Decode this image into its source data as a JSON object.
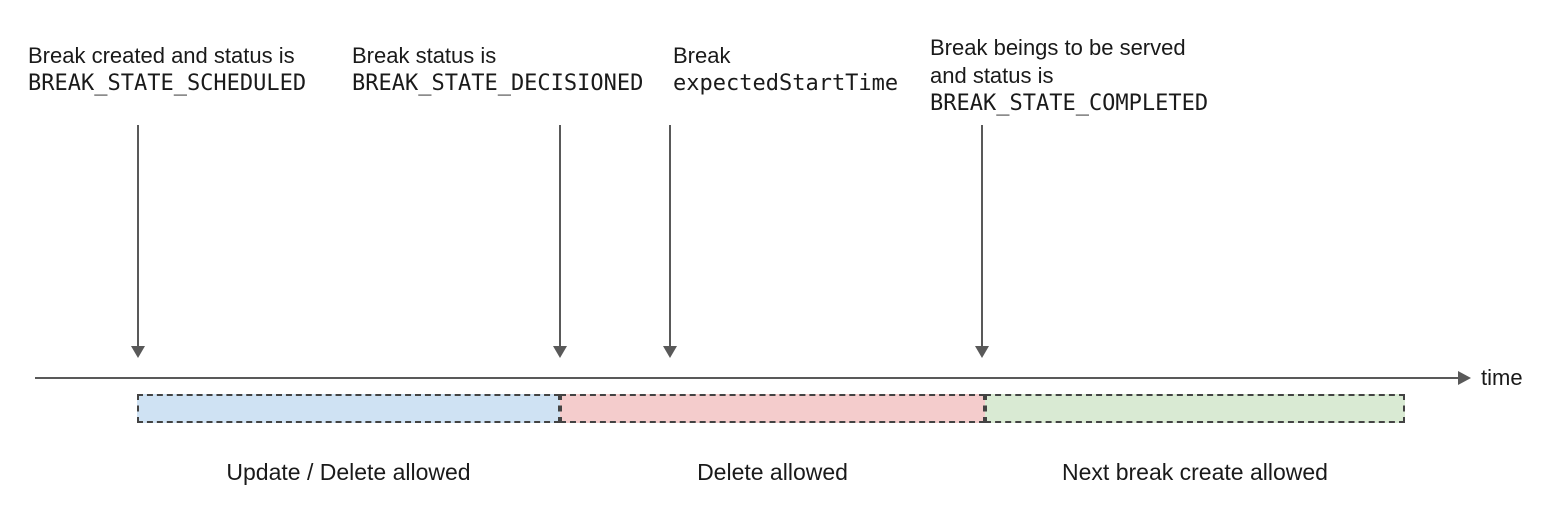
{
  "palette": {
    "arrow": "#595959",
    "segment_border": "#434343",
    "text": "#1a1a1a"
  },
  "timeline": {
    "axis_label": "time"
  },
  "annotations": [
    {
      "line1": "Break created and status is",
      "code": "BREAK_STATE_SCHEDULED"
    },
    {
      "line1": "Break status is",
      "code": "BREAK_STATE_DECISIONED"
    },
    {
      "line1": "Break",
      "code": "expectedStartTime"
    },
    {
      "line1": "Break beings to be served",
      "line2": "and status is",
      "code": "BREAK_STATE_COMPLETED"
    }
  ],
  "segments": [
    {
      "label": "Update / Delete allowed",
      "fill": "#cfe2f3"
    },
    {
      "label": "Delete allowed",
      "fill": "#f4cccc"
    },
    {
      "label": "Next break create allowed",
      "fill": "#d9ead3"
    }
  ]
}
